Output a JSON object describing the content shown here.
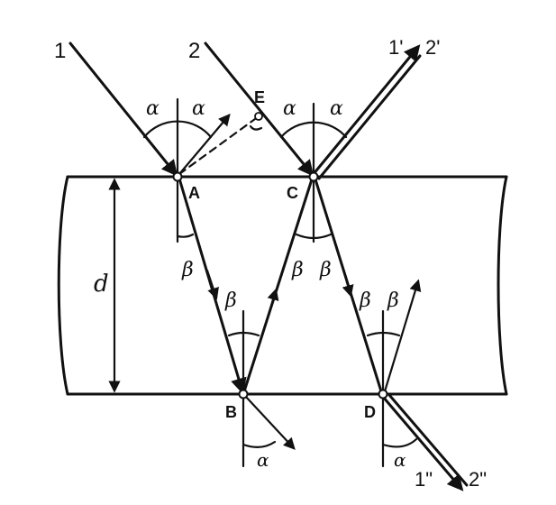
{
  "labels": {
    "ray1": "1",
    "ray2": "2",
    "ray1p": "1'",
    "ray2p": "2'",
    "ray1pp": "1\"",
    "ray2pp": "2\"",
    "pointA": "A",
    "pointB": "B",
    "pointC": "C",
    "pointD": "D",
    "pointE": "E",
    "thickness": "d",
    "alpha": "α",
    "beta": "β"
  }
}
